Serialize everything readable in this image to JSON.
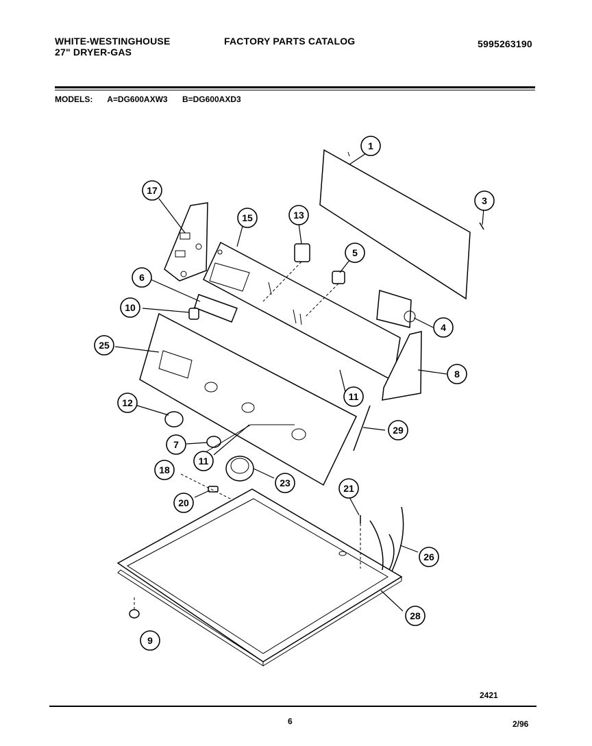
{
  "header": {
    "brand": "WHITE-WESTINGHOUSE",
    "model_type": "27\" DRYER-GAS",
    "catalog_title": "FACTORY PARTS CATALOG",
    "catalog_number": "5995263190"
  },
  "models": {
    "label": "MODELS:",
    "a": "A=DG600AXW3",
    "b": "B=DG600AXD3"
  },
  "callouts": [
    "1",
    "3",
    "17",
    "15",
    "13",
    "5",
    "6",
    "10",
    "4",
    "25",
    "8",
    "11",
    "12",
    "29",
    "7",
    "11",
    "18",
    "23",
    "21",
    "20",
    "26",
    "28",
    "9"
  ],
  "footer": {
    "diagram_number": "2421",
    "page_number": "6",
    "date": "2/96"
  }
}
